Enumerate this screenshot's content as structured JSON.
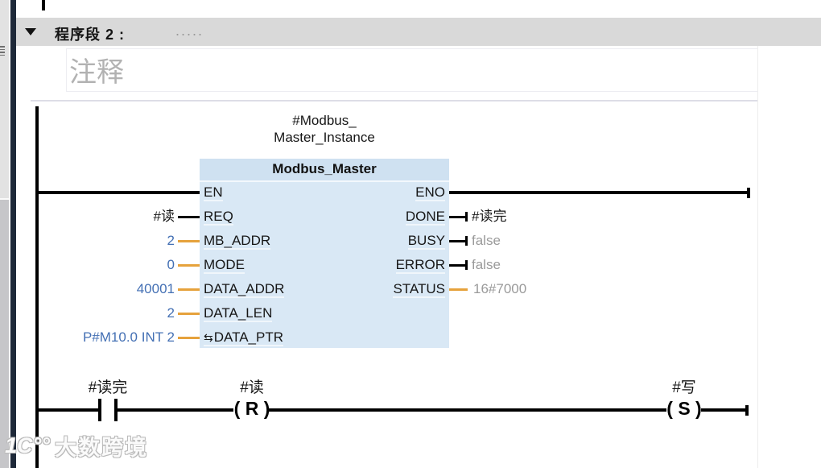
{
  "chrome": {
    "network": {
      "title": "程序段 2 :",
      "dots": ".....",
      "comment_placeholder": "注释"
    }
  },
  "block": {
    "instance_name": [
      "#Modbus_",
      "Master_Instance"
    ],
    "title": "Modbus_Master",
    "inputs": [
      {
        "pin": "EN",
        "operand": ""
      },
      {
        "pin": "REQ",
        "operand": "#读"
      },
      {
        "pin": "MB_ADDR",
        "operand": "2"
      },
      {
        "pin": "MODE",
        "operand": "0"
      },
      {
        "pin": "DATA_ADDR",
        "operand": "40001"
      },
      {
        "pin": "DATA_LEN",
        "operand": "2"
      },
      {
        "pin": "DATA_PTR",
        "operand": "P#M10.0 INT 2",
        "inout_icon": "⇆"
      }
    ],
    "outputs": [
      {
        "pin": "ENO",
        "operand": ""
      },
      {
        "pin": "DONE",
        "operand": "#读完"
      },
      {
        "pin": "BUSY",
        "operand": "false"
      },
      {
        "pin": "ERROR",
        "operand": "false"
      },
      {
        "pin": "STATUS",
        "operand": "16#7000"
      }
    ]
  },
  "rung": {
    "contact": {
      "label": "#读完"
    },
    "coil_reset": {
      "label": "#读",
      "body": "( R )"
    },
    "coil_set": {
      "label": "#写",
      "body": "( S )"
    }
  },
  "watermark": {
    "logo": "1C°°",
    "text": "大数跨境"
  },
  "colors": {
    "block_fill": "#d9e8f5",
    "block_header_fill": "#cfe1f1",
    "wire_orange": "#e6a23c",
    "operand_blue": "#4470b4",
    "operand_gray": "#9a9a9a",
    "network_bar": "#d9d9d9",
    "navy_bar": "#1e2939"
  }
}
